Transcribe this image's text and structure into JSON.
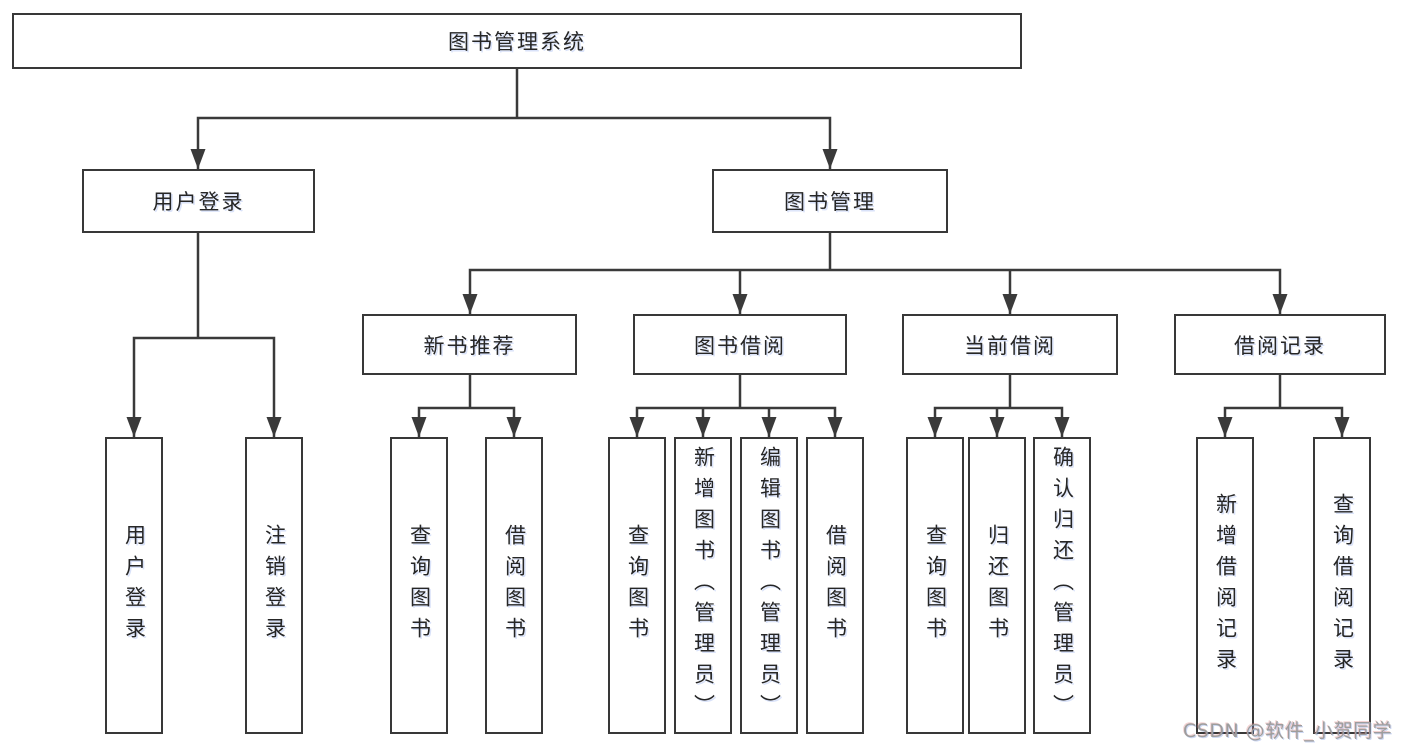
{
  "root": {
    "label": "图书管理系统"
  },
  "branches": [
    {
      "label": "用户登录"
    },
    {
      "label": "图书管理"
    }
  ],
  "modules": [
    {
      "label": "新书推荐"
    },
    {
      "label": "图书借阅"
    },
    {
      "label": "当前借阅"
    },
    {
      "label": "借阅记录"
    }
  ],
  "leaves": [
    {
      "label": "用户登录"
    },
    {
      "label": "注销登录"
    },
    {
      "label": "查询图书"
    },
    {
      "label": "借阅图书"
    },
    {
      "label": "查询图书"
    },
    {
      "label": "新增图书（管理员）"
    },
    {
      "label": "编辑图书（管理员）"
    },
    {
      "label": "借阅图书"
    },
    {
      "label": "查询图书"
    },
    {
      "label": "归还图书"
    },
    {
      "label": "确认归还（管理员）"
    },
    {
      "label": "新增借阅记录"
    },
    {
      "label": "查询借阅记录"
    }
  ],
  "watermark": {
    "text": "CSDN @软件_小贺同学"
  },
  "colors": {
    "line_color": "#3a3a3a",
    "box_border": "#383838",
    "text_color": "#262626",
    "background": "#ffffff",
    "watermark": "#9d9d9d"
  }
}
